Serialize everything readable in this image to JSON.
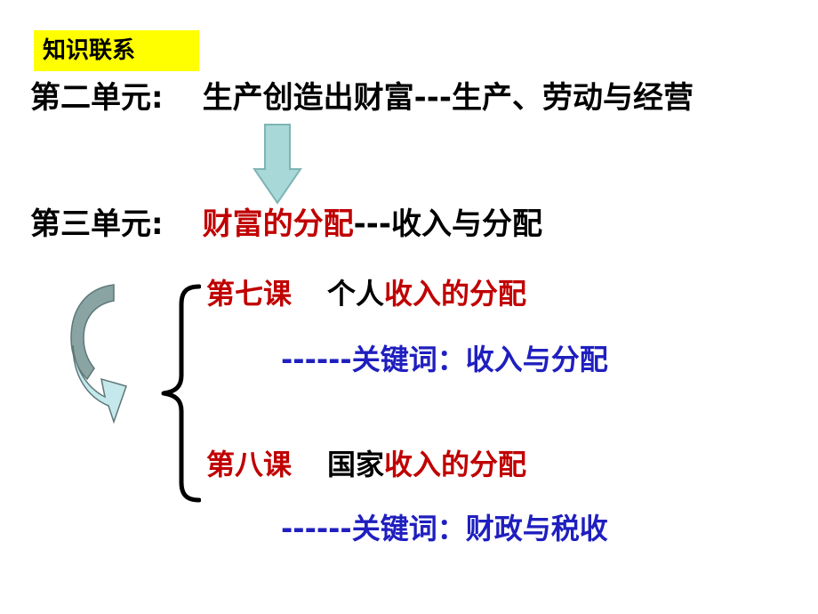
{
  "header": {
    "tag_label": "知识联系"
  },
  "unit2": {
    "label": "第二单元:",
    "title": "生产创造出财富---生产、劳动与经营"
  },
  "unit3": {
    "label": "第三单元:",
    "title_highlight": "财富的分配",
    "title_rest": "---收入与分配"
  },
  "lesson7": {
    "label": "第七课",
    "subject": "个人",
    "topic": "收入的分配",
    "keywords": "------关键词：收入与分配"
  },
  "lesson8": {
    "label": "第八课",
    "subject": "国家",
    "topic": "收入的分配",
    "keywords": "------关键词：财政与税收"
  },
  "colors": {
    "highlight": "#ffff00",
    "red": "#c00000",
    "blue": "#1f1fbf",
    "down_arrow": "#a8d8d8",
    "curved_arrow_top": "#8aa3a3",
    "curved_arrow_bottom": "#c4e8ec"
  },
  "icons": {
    "down_arrow": "down-arrow-icon",
    "curved_arrow": "curved-arrow-icon",
    "brace": "left-brace"
  }
}
